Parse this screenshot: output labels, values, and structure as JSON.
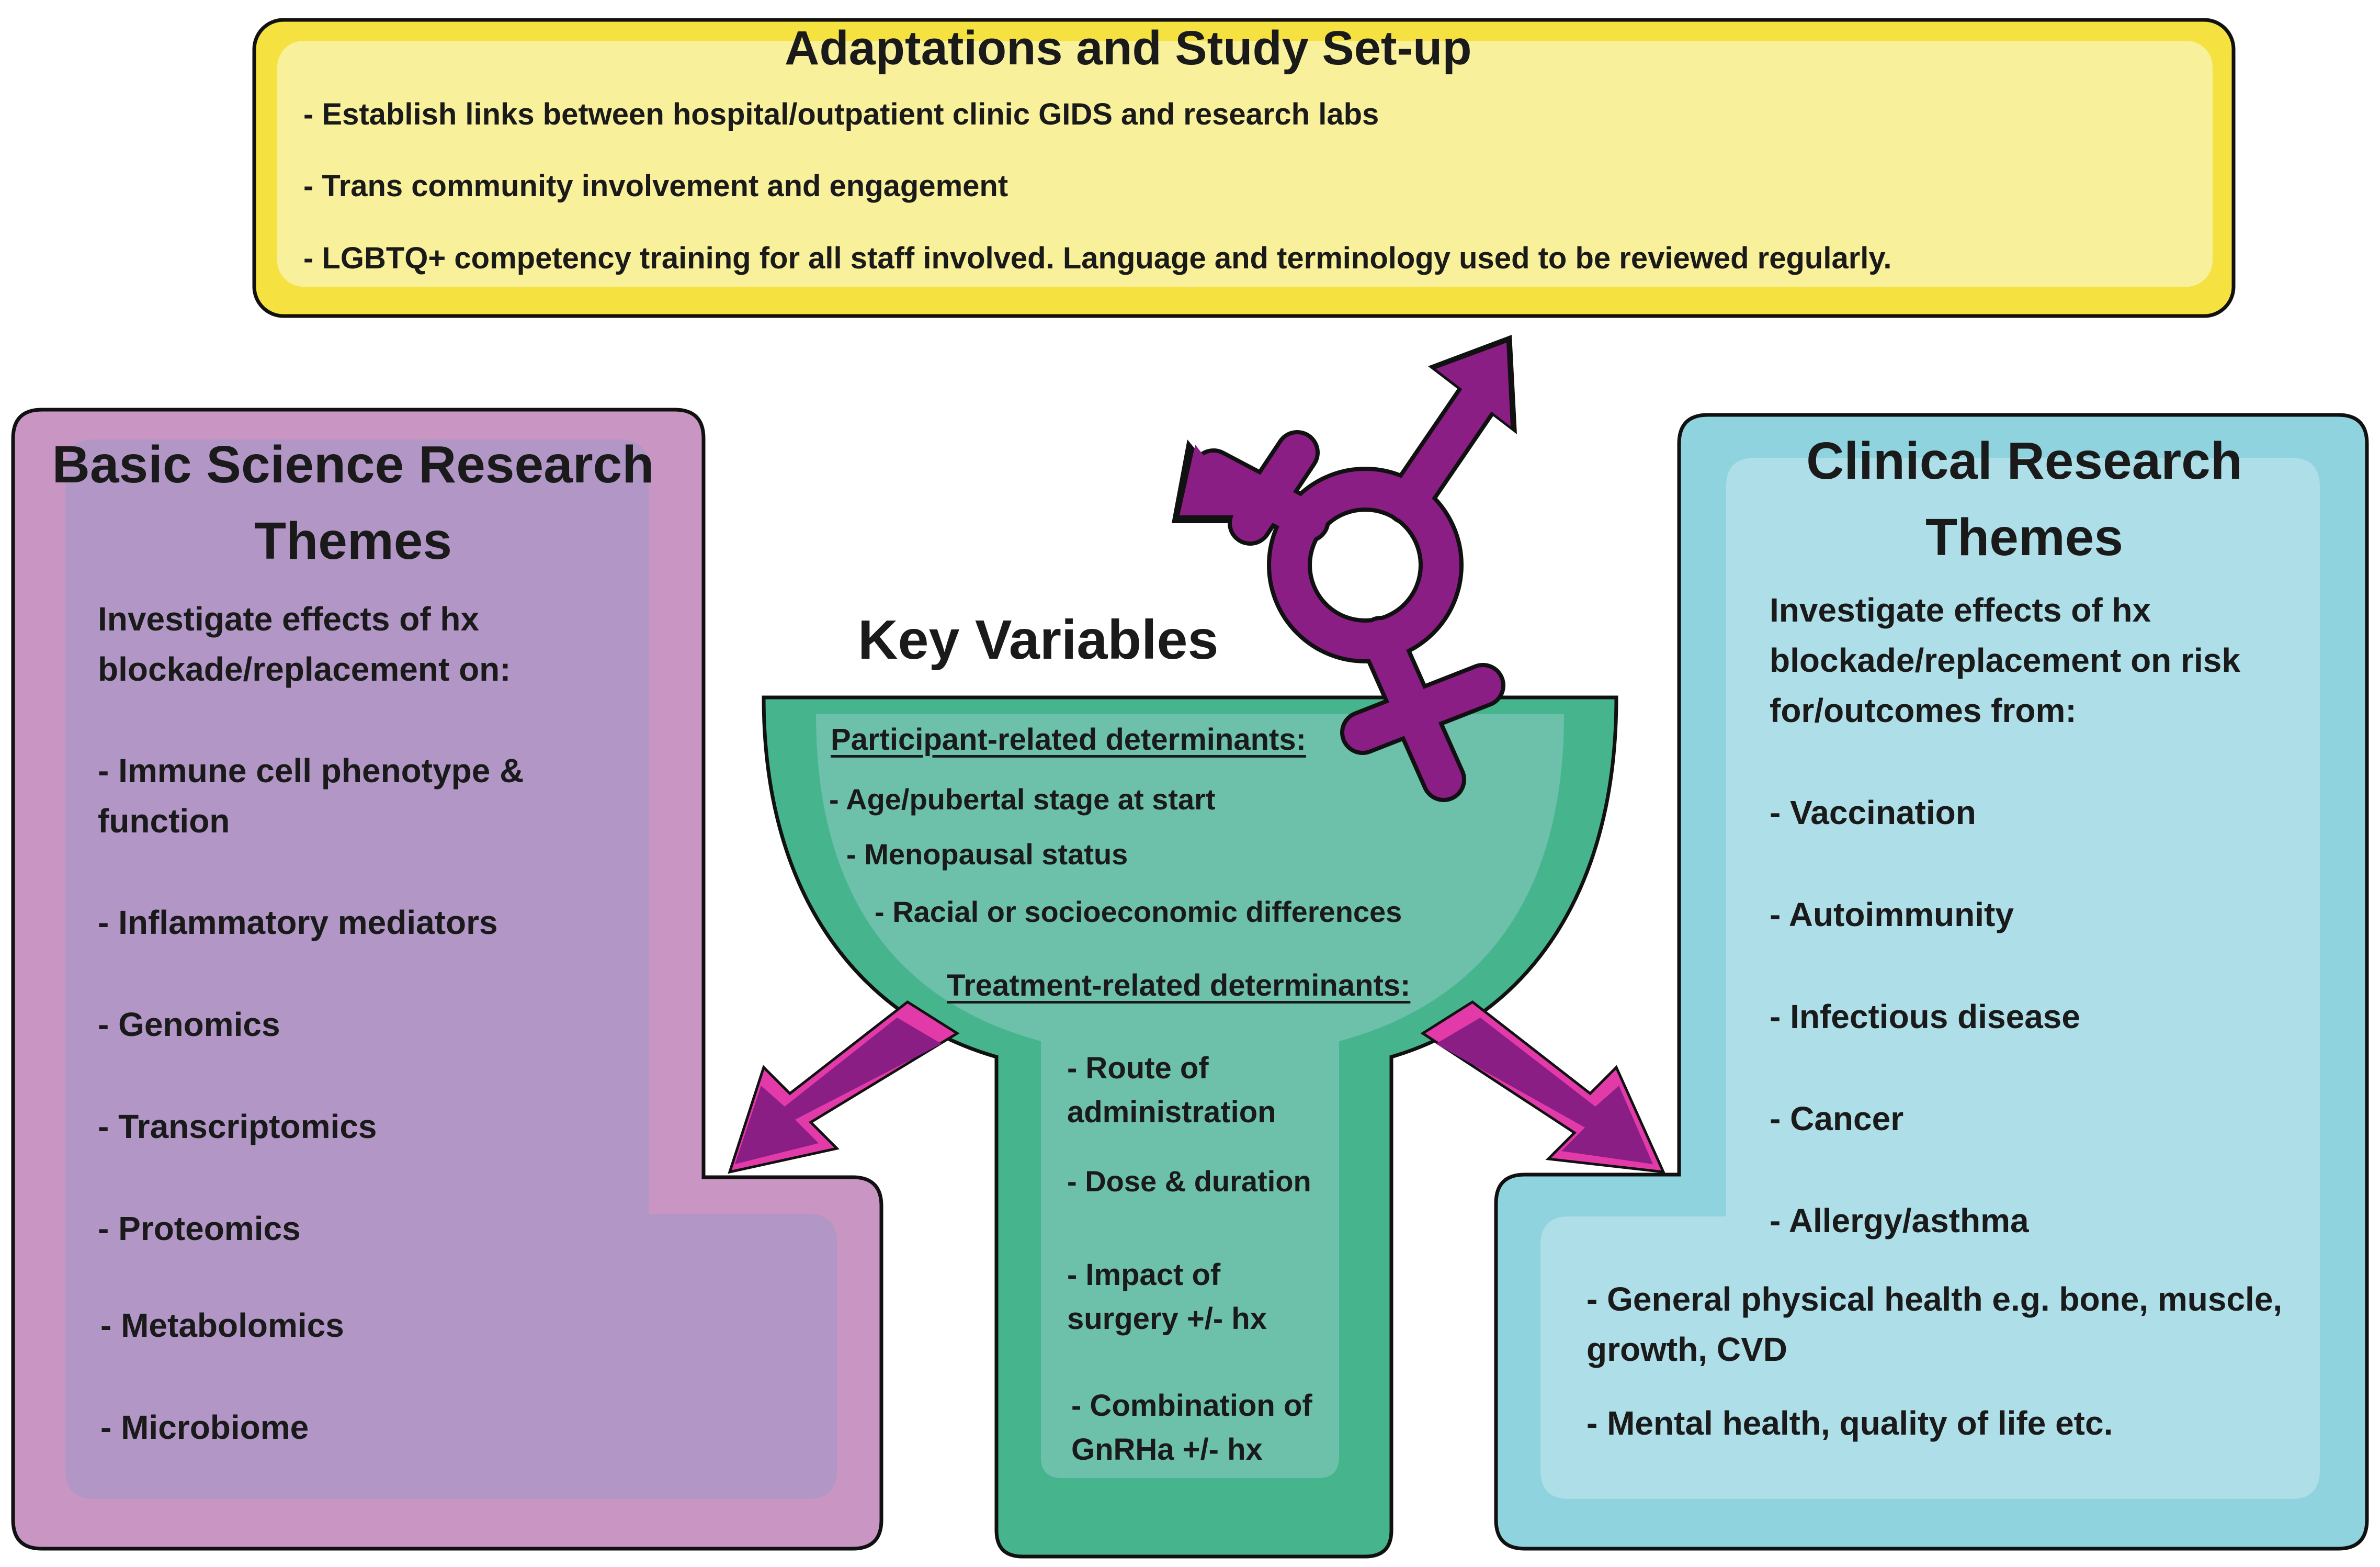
{
  "colors": {
    "top_outer": "#F5E13F",
    "top_inner": "#F8F09A",
    "left_outer": "#C996C4",
    "left_inner": "#B196C6",
    "right_outer": "#8FD3DF",
    "right_inner": "#AEDFE8",
    "funnel_outer": "#46B58E",
    "funnel_inner": "#6DC0AA",
    "symbol": "#8A1E85",
    "arrow_dark": "#8A1E85",
    "arrow_light": "#E23AA8",
    "text": "#1a1a1a"
  },
  "top_box": {
    "title": "Adaptations and Study Set-up",
    "items": [
      "- Establish links between hospital/outpatient clinic GIDS and research labs",
      "- Trans community involvement and engagement",
      "- LGBTQ+ competency training for all staff involved. Language and terminology used to be reviewed regularly."
    ]
  },
  "left_box": {
    "title_line1": "Basic Science Research",
    "title_line2": "Themes",
    "intro": "Investigate effects of hx blockade/replacement on:",
    "items": [
      "- Immune cell phenotype & function",
      "- Inflammatory mediators",
      "- Genomics",
      "- Transcriptomics",
      "- Proteomics",
      "- Metabolomics",
      "- Microbiome"
    ]
  },
  "right_box": {
    "title_line1": "Clinical Research",
    "title_line2": "Themes",
    "intro": "Investigate effects of hx blockade/replacement on risk for/outcomes from:",
    "items": [
      "- Vaccination",
      "- Autoimmunity",
      "- Infectious disease",
      "- Cancer",
      "- Allergy/asthma",
      "- General physical health e.g. bone, muscle, growth, CVD",
      "- Mental health, quality of life etc."
    ]
  },
  "center": {
    "title": "Key Variables",
    "symbol_icon": "transgender-symbol-icon",
    "participant_heading": "Participant-related determinants:",
    "participant_items": [
      "- Age/pubertal stage at start",
      "- Menopausal status",
      "- Racial or socioeconomic differences"
    ],
    "treatment_heading": "Treatment-related determinants:",
    "treatment_items": [
      "- Route of administration",
      "- Dose & duration",
      "- Impact of surgery +/- hx",
      "- Combination of GnRHa +/- hx"
    ]
  }
}
